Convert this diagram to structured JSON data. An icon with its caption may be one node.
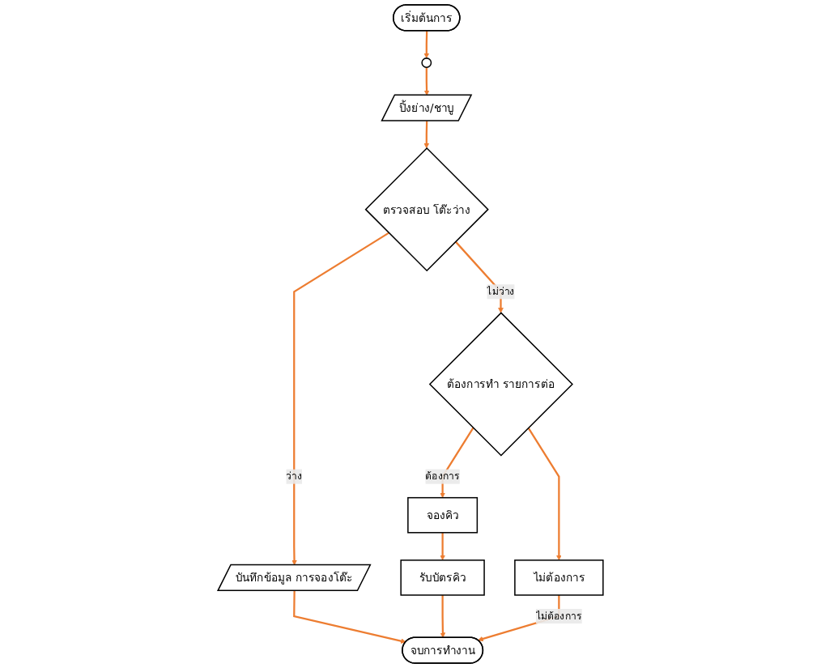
{
  "diagram": {
    "nodes": [
      {
        "text": [
          "เริ่มต้นการ"
        ]
      },
      {
        "text": [],
        "shape": "circle"
      },
      {
        "text": [
          "ปิ้งย่าง/ชาบู"
        ]
      },
      {
        "text": [
          "ตรวจสอบ โต๊ะว่าง"
        ]
      },
      {
        "text": [
          "ต้องการทำ รายการต่อ"
        ]
      },
      {
        "text": [
          "ไม่ต้องการ"
        ]
      },
      {
        "text": [
          "บันทึกข้อมูล การจองโต๊ะ"
        ]
      },
      {
        "text": [
          "จองคิว"
        ]
      },
      {
        "text": [
          "รับบัตรคิว"
        ]
      },
      {
        "text": [
          "จบการทำงาน"
        ]
      }
    ],
    "edges": [
      {
        "from": 0,
        "to": 1,
        "arrow": "to"
      },
      {
        "from": 1,
        "to": 2,
        "arrow": "to"
      },
      {
        "from": 2,
        "to": 3,
        "arrow": "to"
      },
      {
        "from": 3,
        "to": 4,
        "arrow": "to",
        "label": "ไม่ว่าง"
      },
      {
        "from": 3,
        "to": 6,
        "arrow": "to",
        "label": "ว่าง"
      },
      {
        "from": 4,
        "to": 5,
        "arrow": "to"
      },
      {
        "from": 4,
        "to": 7,
        "arrow": "to",
        "label": "ต้องการ"
      },
      {
        "from": 7,
        "to": 8,
        "arrow": "to"
      },
      {
        "from": 6,
        "to": 9,
        "arrow": "to"
      },
      {
        "from": 8,
        "to": 9,
        "arrow": "to"
      },
      {
        "from": 5,
        "to": 9,
        "arrow": "to",
        "label": "ไม่ต้องการ"
      }
    ]
  }
}
